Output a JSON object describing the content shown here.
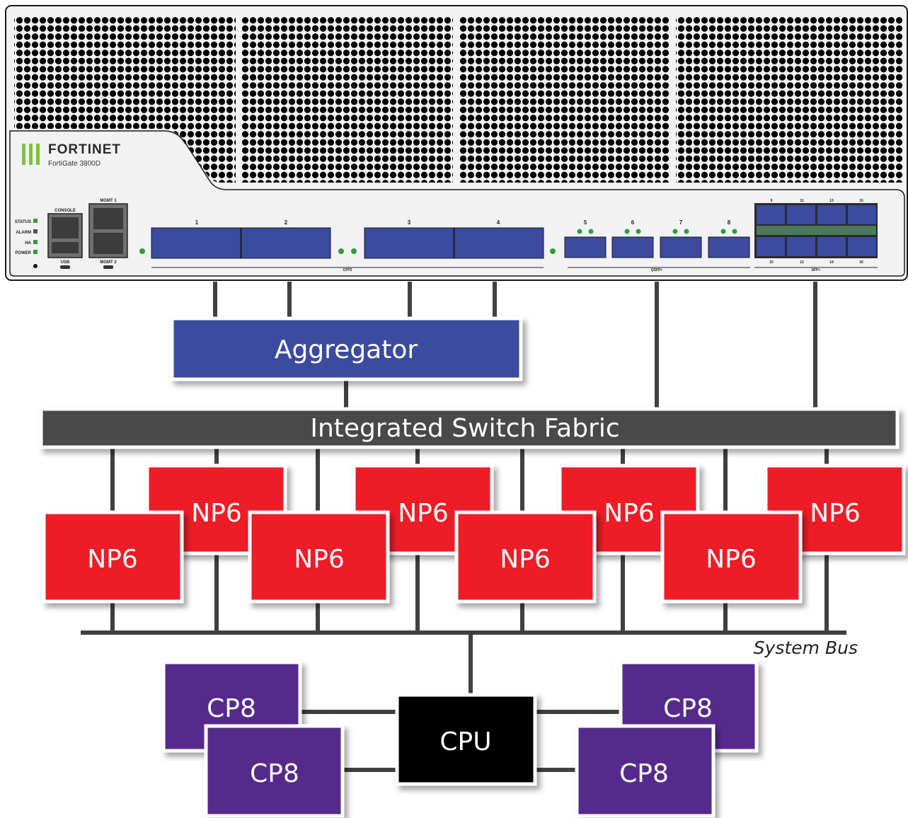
{
  "device": {
    "brand": "FORTINET",
    "model": "FortiGate 3800D",
    "leds": [
      "STATUS",
      "ALARM",
      "HA",
      "POWER"
    ],
    "console_label": "CONSOLE",
    "usb_label": "USB",
    "mgmt1_label": "MGMT 1",
    "mgmt2_label": "MGMT 2",
    "cfp2_ports": [
      "1",
      "2",
      "3",
      "4"
    ],
    "cfp2_label": "CFP2",
    "qsfp_ports": [
      "5",
      "6",
      "7",
      "8"
    ],
    "qsfp_label": "QSFP+",
    "sfp_top_ports": [
      "9",
      "11",
      "13",
      "15"
    ],
    "sfp_bottom_ports": [
      "10",
      "12",
      "14",
      "16"
    ],
    "sfp_label": "SFP+"
  },
  "blocks": {
    "aggregator": "Aggregator",
    "fabric": "Integrated Switch Fabric",
    "np6": [
      "NP6",
      "NP6",
      "NP6",
      "NP6",
      "NP6",
      "NP6",
      "NP6",
      "NP6"
    ],
    "cp8": [
      "CP8",
      "CP8",
      "CP8",
      "CP8"
    ],
    "cpu": "CPU"
  },
  "bus_label": "System Bus",
  "colors": {
    "aggregator": "#3a4ba0",
    "fabric": "#4a4a4a",
    "np6": "#ee1c25",
    "cp8": "#572a8c",
    "cpu": "#000000",
    "port_blue": "#3a4ba0",
    "led_green": "#2e9e3a",
    "brand_green": "#7dc242",
    "line": "#404040"
  }
}
